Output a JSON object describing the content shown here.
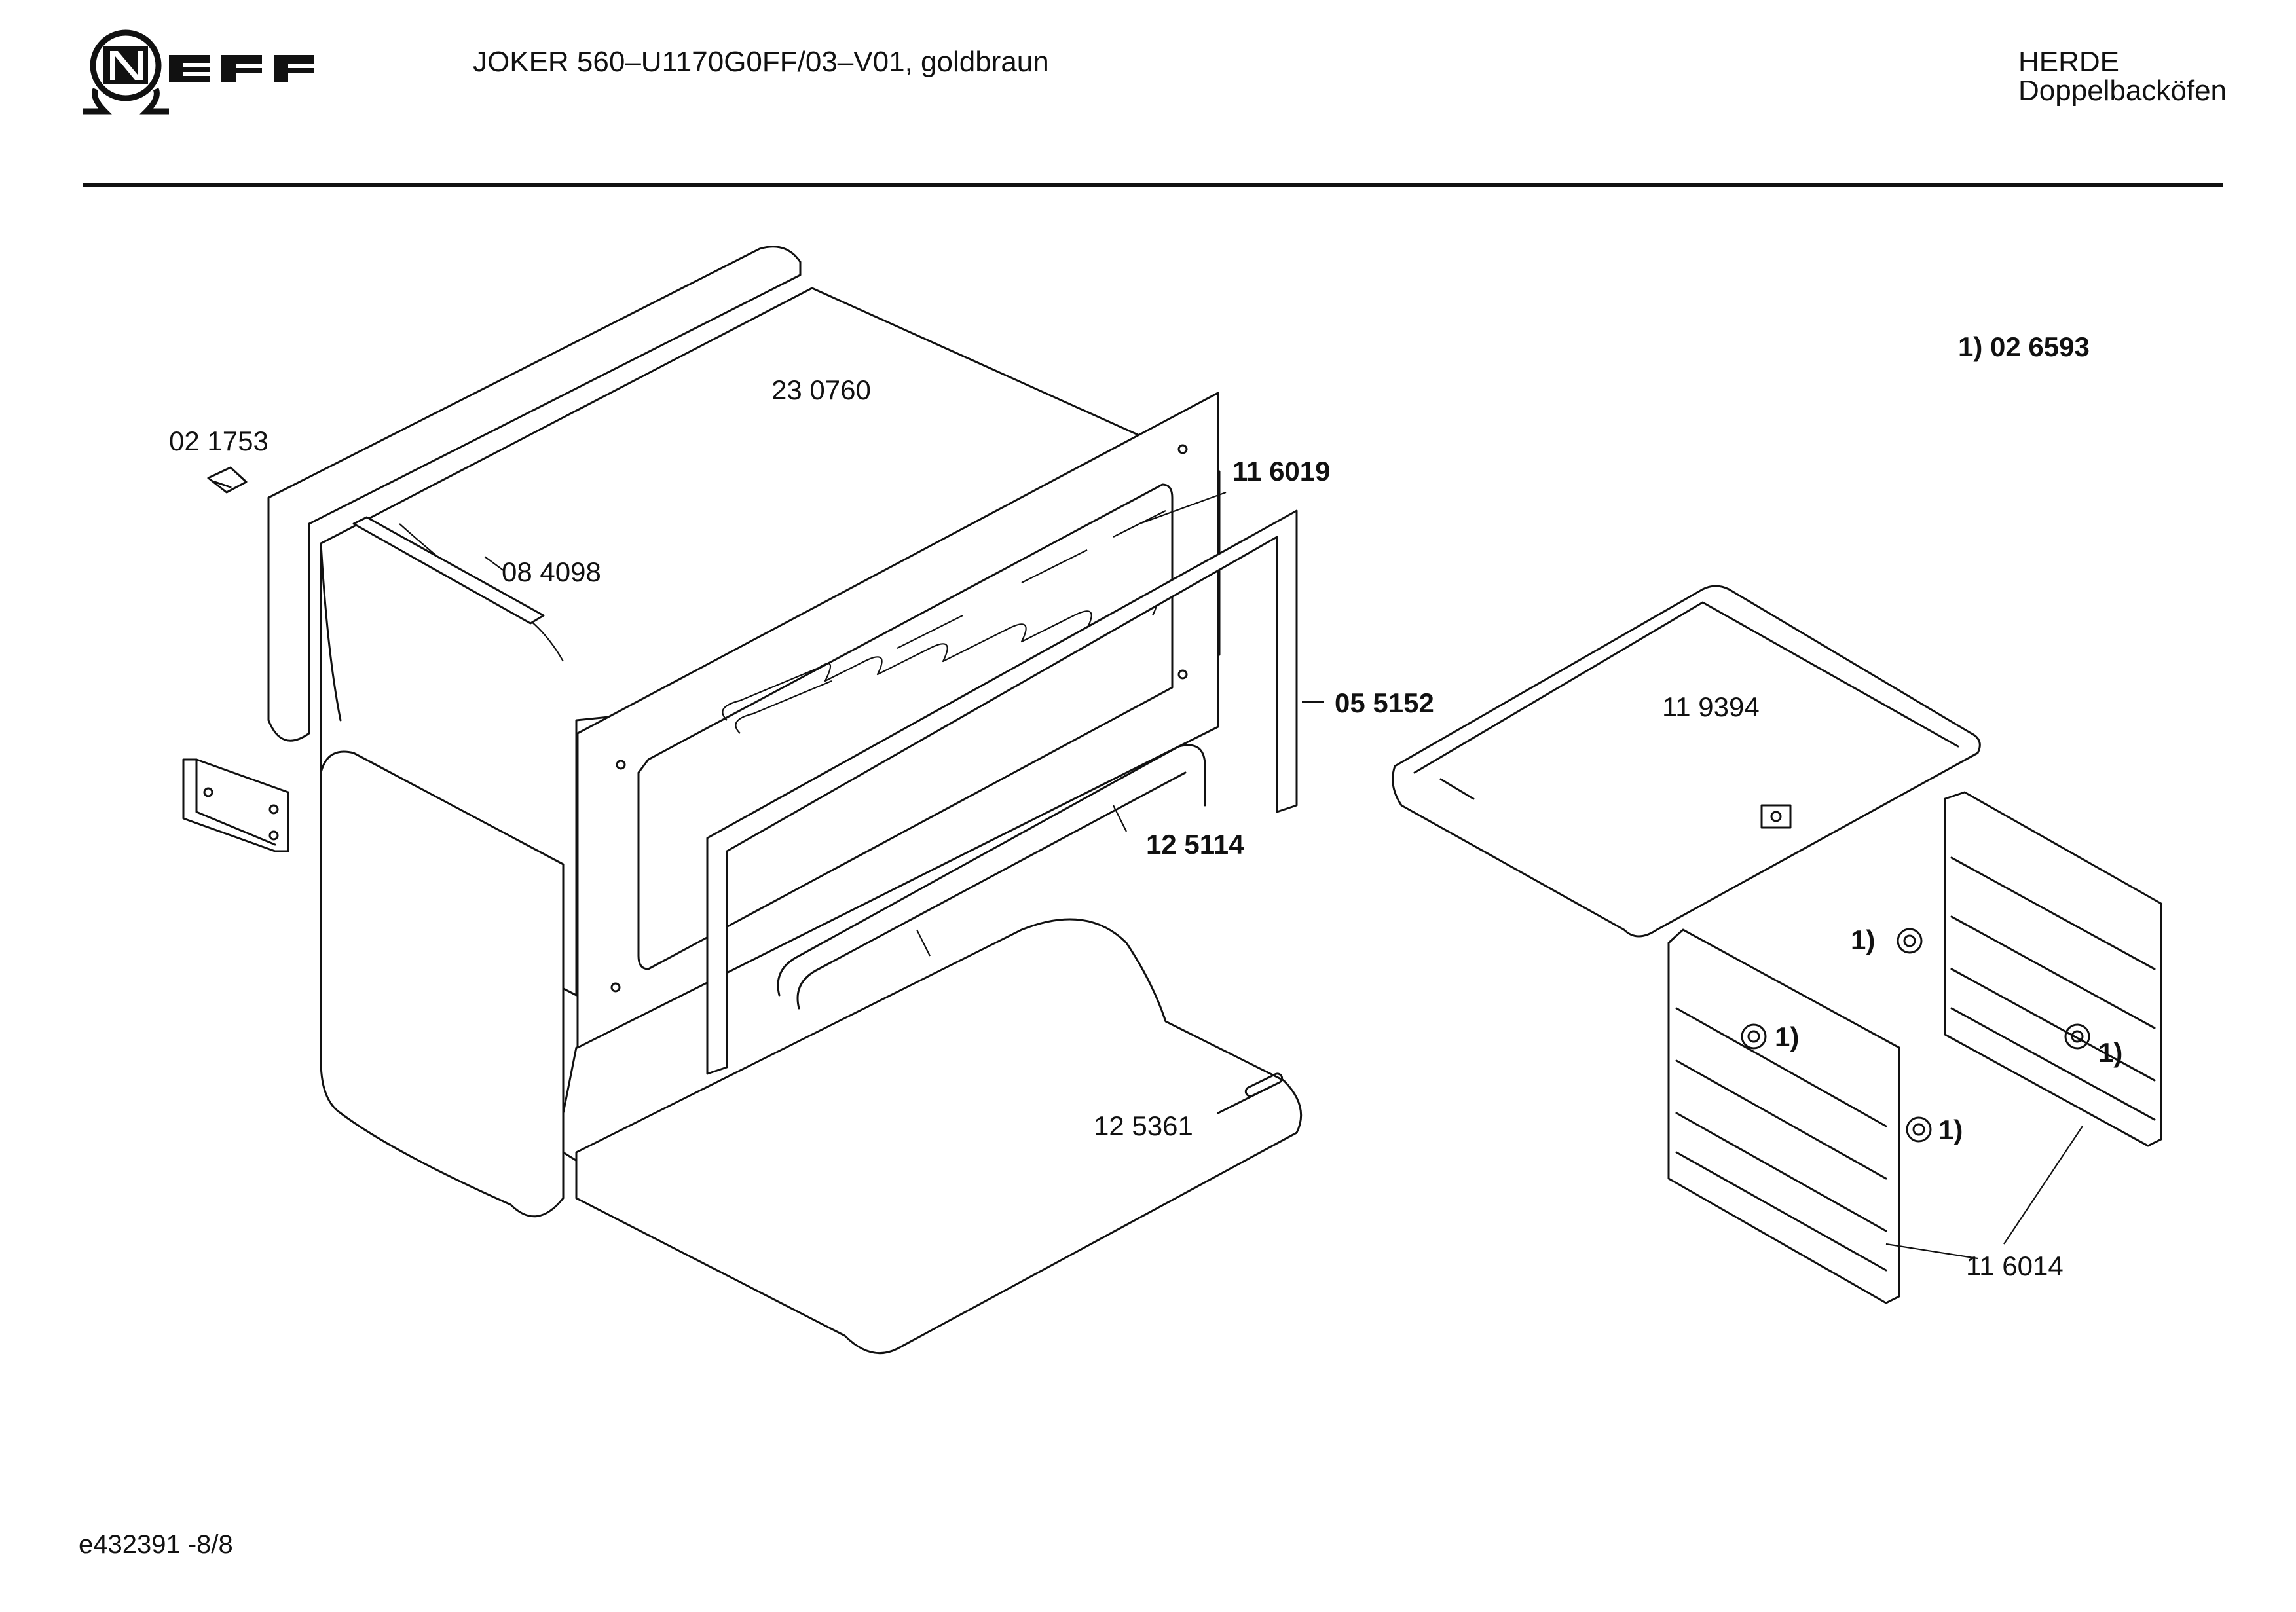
{
  "header": {
    "brand": "NEFF",
    "title": "JOKER 560–U1170G0FF/03–V01, goldbraun",
    "category_1": "HERDE",
    "category_2": "Doppelbacköfen"
  },
  "footer": {
    "document_ref": "e432391 -8/8"
  },
  "parts": {
    "p230760": "23 0760",
    "p021753": "02 1753",
    "p084098": "08 4098",
    "p116019": "11 6019",
    "p055152": "05 5152",
    "p125114": "12 5114",
    "p125361": "12 5361",
    "p119394": "11 9394",
    "p116014": "11 6014",
    "note_026593": "1) 02 6593",
    "ref_a": "1)",
    "ref_b": "1)",
    "ref_c": "1)",
    "ref_d": "1)"
  }
}
